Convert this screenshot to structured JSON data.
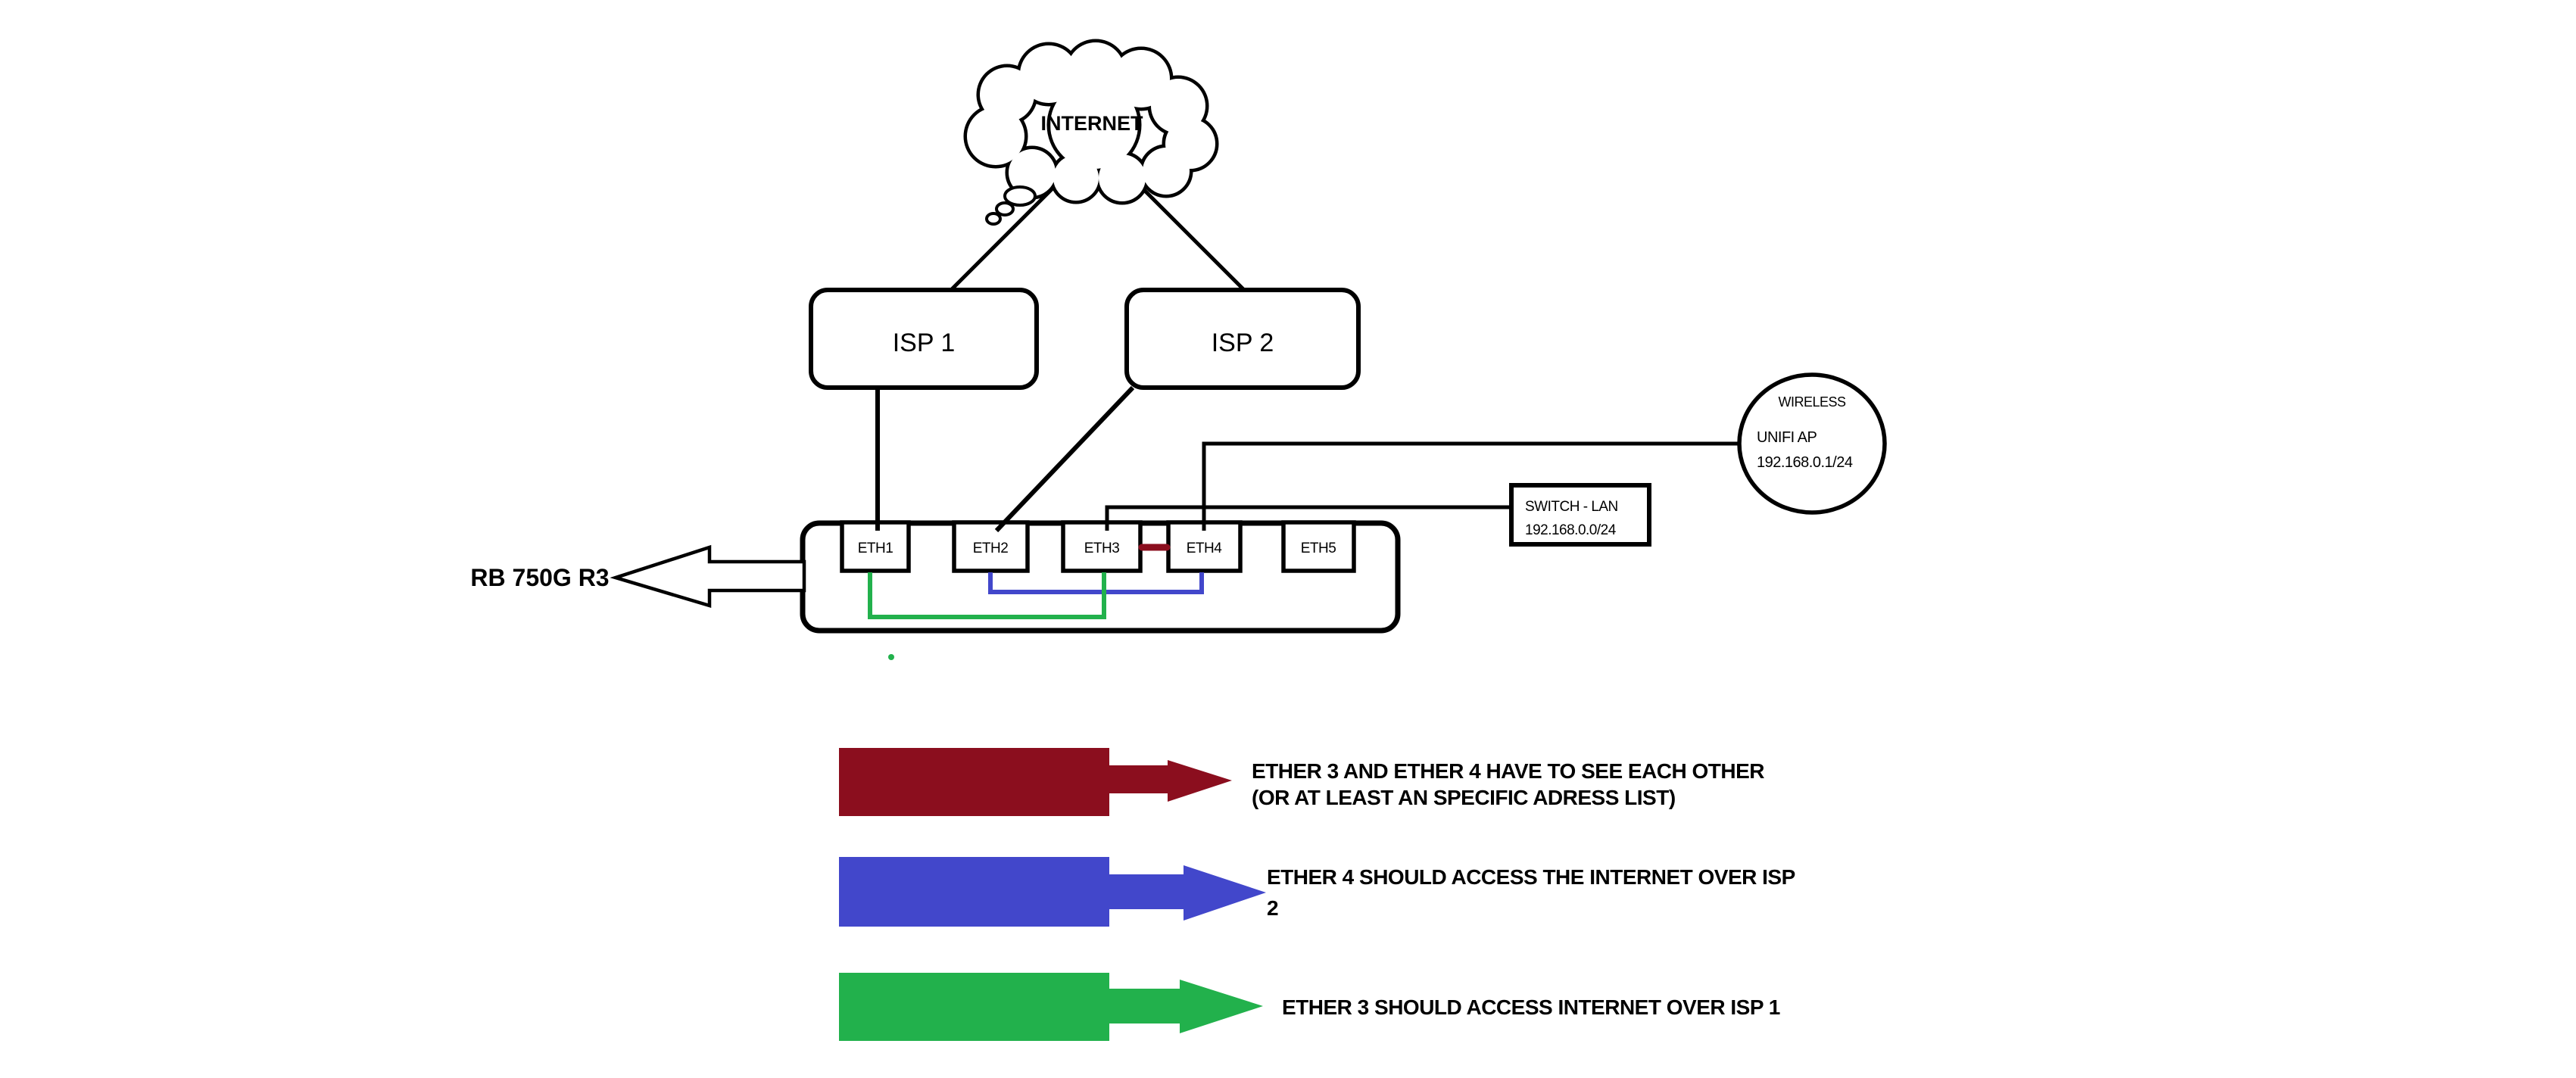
{
  "colors": {
    "dark_red": "#8B0E1E",
    "blue": "#4247CB",
    "green": "#22B14C",
    "line": "#000000",
    "background": "#FFFFFF"
  },
  "diagram": {
    "internet": {
      "label": "INTERNET"
    },
    "isp1": {
      "label": "ISP 1"
    },
    "isp2": {
      "label": "ISP 2"
    },
    "router": {
      "model": "RB 750G R3",
      "ports": [
        {
          "label": "ETH1"
        },
        {
          "label": "ETH2"
        },
        {
          "label": "ETH3"
        },
        {
          "label": "ETH4"
        },
        {
          "label": "ETH5"
        }
      ]
    },
    "switch": {
      "name": "SWITCH - LAN",
      "subnet": "192.168.0.0/24"
    },
    "wireless": {
      "type": "WIRELESS",
      "name": "UNIFI AP",
      "address": "192.168.0.1/24"
    }
  },
  "legend": {
    "items": [
      {
        "color": "#8B0E1E",
        "lines": [
          "ETHER 3 AND ETHER 4 HAVE TO SEE EACH OTHER",
          "(OR AT LEAST AN SPECIFIC ADRESS LIST)"
        ]
      },
      {
        "color": "#4247CB",
        "lines": [
          "ETHER 4 SHOULD ACCESS THE INTERNET OVER ISP",
          "2"
        ]
      },
      {
        "color": "#22B14C",
        "lines": [
          "ETHER 3 SHOULD ACCESS INTERNET OVER ISP 1"
        ]
      }
    ]
  }
}
